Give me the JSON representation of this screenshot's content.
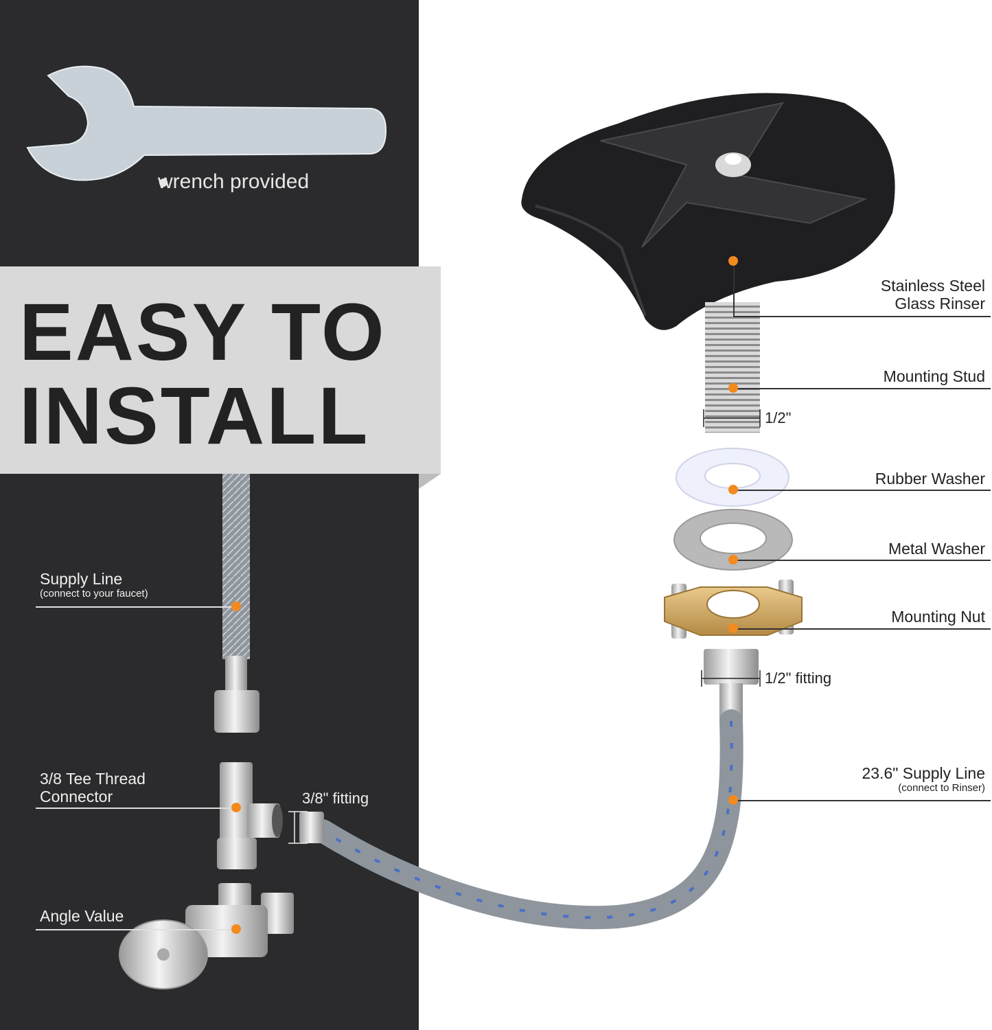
{
  "wrench_caption": "wrench provided",
  "headline": {
    "line1": "EASY TO",
    "line2": "INSTALL"
  },
  "parts_right": [
    {
      "line1": "Stainless Steel",
      "line2": "Glass Rinser"
    },
    {
      "line1": "Mounting Stud"
    },
    {
      "line1": "Rubber Washer"
    },
    {
      "line1": "Metal Washer"
    },
    {
      "line1": "Mounting Nut"
    },
    {
      "line1": "23.6\" Supply Line",
      "sub": "(connect to Rinser)"
    }
  ],
  "parts_left": [
    {
      "line1": "Supply Line",
      "sub": "(connect to your faucet)"
    },
    {
      "line1": "3/8 Tee Thread",
      "line2": "Connector"
    },
    {
      "line1": "Angle Value"
    }
  ],
  "dimensions": {
    "stud": "1/2\"",
    "fitting_half": "1/2\" fitting",
    "fitting_38": "3/8\" fitting"
  },
  "colors": {
    "panel": "#2b2b2d",
    "banner": "#d9d9d9",
    "dot": "#f28a1e"
  }
}
